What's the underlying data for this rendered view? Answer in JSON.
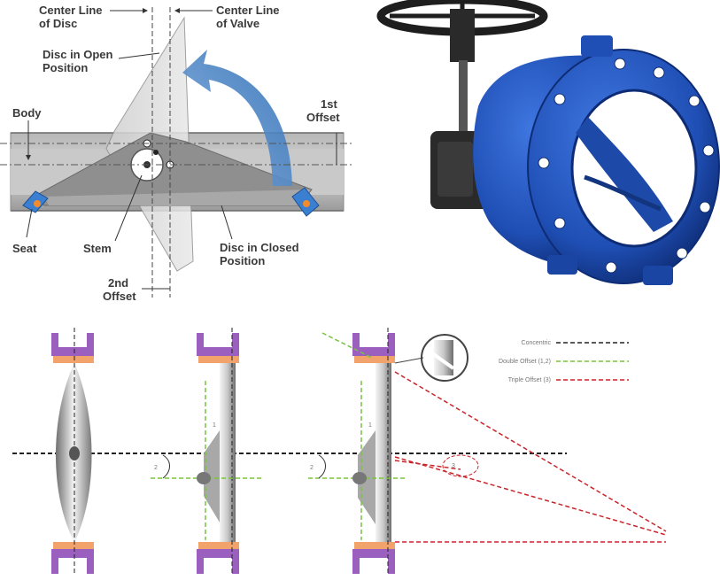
{
  "cross_section": {
    "labels": {
      "center_line_disc": [
        "Center Line",
        "of Disc"
      ],
      "center_line_valve": [
        "Center Line",
        "of Valve"
      ],
      "disc_open": [
        "Disc in Open",
        "Position"
      ],
      "body": "Body",
      "first_offset": [
        "1st",
        "Offset"
      ],
      "seat": "Seat",
      "stem": "Stem",
      "disc_closed": [
        "Disc in Closed",
        "Position"
      ],
      "second_offset": [
        "2nd",
        "Offset"
      ]
    }
  },
  "valve_photo": {
    "colors": {
      "body": "#1f4fb5",
      "body_dark": "#0e2c75",
      "actuator": "#2a2a2a"
    }
  },
  "offset_diagrams": {
    "legend": [
      "Concentric",
      "Double Offset (1,2)",
      "Triple Offset (3)"
    ],
    "colors": {
      "black": "#222222",
      "green": "#7cc243",
      "red": "#c9252b",
      "seat": "#9b5fc0",
      "ring": "#f2a36b"
    }
  }
}
